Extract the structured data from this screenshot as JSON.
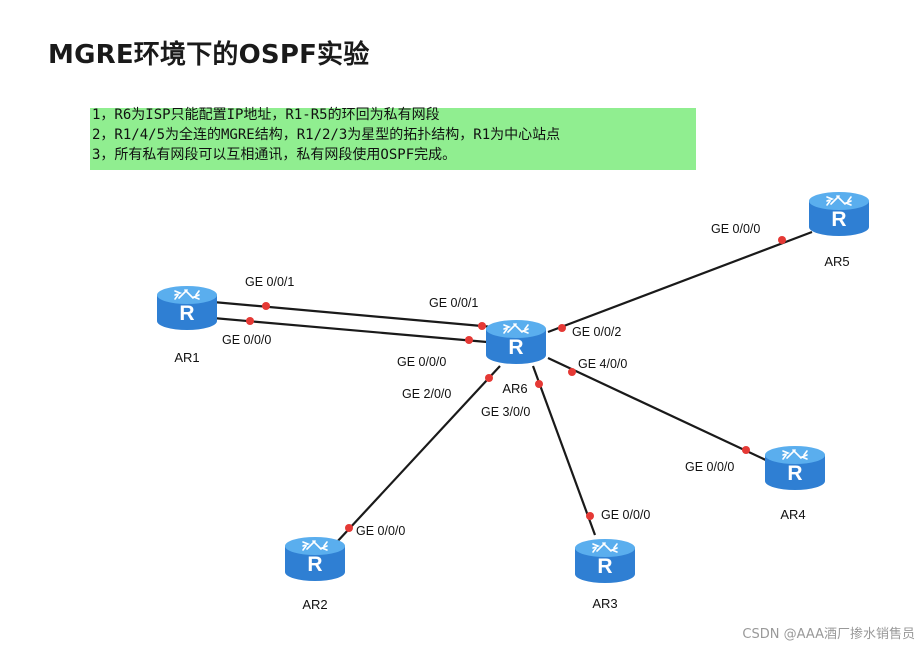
{
  "title": "MGRE环境下的OSPF实验",
  "requirements": [
    "1，R6为ISP只能配置IP地址，R1-R5的环回为私有网段",
    "2，R1/4/5为全连的MGRE结构，R1/2/3为星型的拓扑结构，R1为中心站点",
    "3，所有私有网段可以互相通讯，私有网段使用OSPF完成。"
  ],
  "colors": {
    "highlight": "#90ee90",
    "router_body": "#2f7fd3",
    "router_top": "#5aaeee",
    "link": "#1a1a1a",
    "port_dot": "#e53935"
  },
  "routers": [
    {
      "id": "ar1",
      "label": "AR1",
      "icon": "router-icon"
    },
    {
      "id": "ar2",
      "label": "AR2",
      "icon": "router-icon"
    },
    {
      "id": "ar3",
      "label": "AR3",
      "icon": "router-icon"
    },
    {
      "id": "ar4",
      "label": "AR4",
      "icon": "router-icon"
    },
    {
      "id": "ar5",
      "label": "AR5",
      "icon": "router-icon"
    },
    {
      "id": "ar6",
      "label": "AR6",
      "icon": "router-icon"
    }
  ],
  "ports": [
    "GE 0/0/1",
    "GE 0/0/0",
    "GE 0/0/1",
    "GE 0/0/0",
    "GE 0/0/2",
    "GE 0/0/0",
    "GE 4/0/0",
    "GE 0/0/0",
    "GE 2/0/0",
    "GE 0/0/0",
    "GE 3/0/0",
    "GE 0/0/0"
  ],
  "watermark": "CSDN @AAA酒厂掺水销售员"
}
